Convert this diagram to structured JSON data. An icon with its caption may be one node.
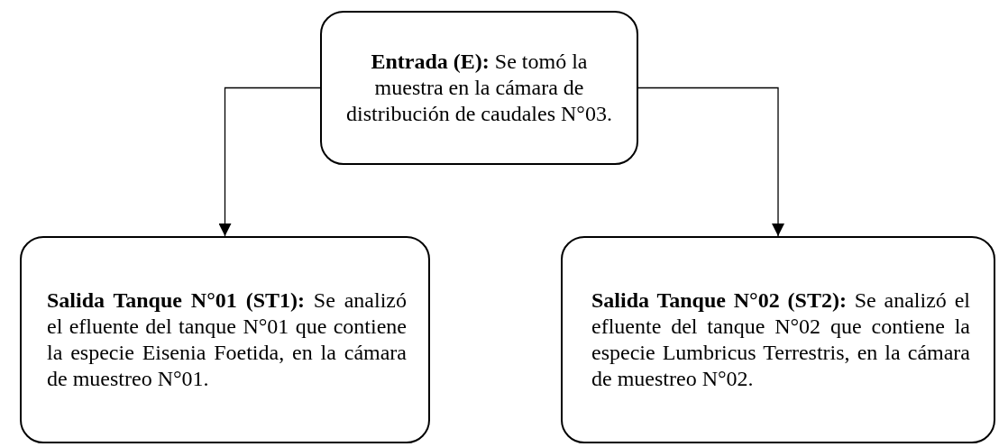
{
  "diagram": {
    "nodes": [
      {
        "text": [
          "**Entrada (E):** Se tomó la muestra en la cámara de distribución de caudales N°03."
        ]
      },
      {
        "text": [
          "**Salida Tanque N°01 (ST1):** Se analizó el efluente del tanque N°01 que contiene la especie Eisenia Foetida, en la cámara de muestreo N°01."
        ]
      },
      {
        "text": [
          "**Salida Tanque N°02 (ST2):** Se analizó el efluente del tanque N°02 que contiene la especie Lumbricus Terrestris, en la cámara de muestreo N°02."
        ]
      }
    ],
    "edges": [
      {
        "from": 0,
        "to": 1,
        "arrow": "to"
      },
      {
        "from": 0,
        "to": 2,
        "arrow": "to"
      }
    ]
  }
}
